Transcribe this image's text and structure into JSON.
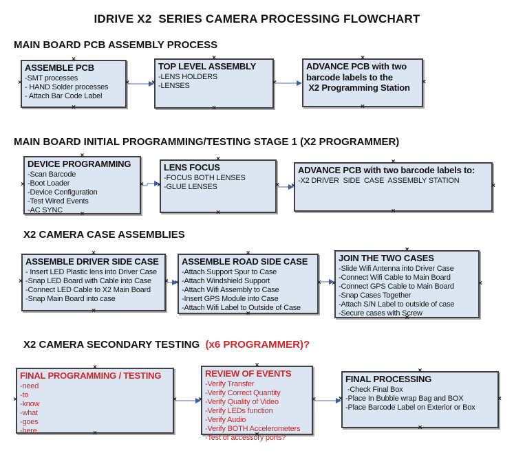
{
  "title": "IDRIVE X2  SERIES CAMERA PROCESSING FLOWCHART",
  "icons": {
    "anchor": "×"
  },
  "colors": {
    "box_fill": "#dce6f2",
    "box_border": "#404040",
    "red_text": "#cc2828",
    "connector_line": "#8ba3c7",
    "connector_arrow": "#3b5e9f",
    "background": "#ffffff"
  },
  "sections": [
    {
      "heading": "MAIN BOARD PCB ASSEMBLY PROCESS",
      "boxes": [
        {
          "title": "ASSEMBLE PCB",
          "items": [
            "-SMT processes",
            "- HAND Solder processes",
            "- Attach Bar Code Label"
          ]
        },
        {
          "title": "TOP LEVEL ASSEMBLY",
          "items": [
            "-LENS HOLDERS",
            "-LENSES"
          ]
        },
        {
          "title": "ADVANCE PCB with two\nbarcode labels to the\n X2 Programming Station",
          "items": []
        }
      ]
    },
    {
      "heading": "MAIN BOARD INITIAL PROGRAMMING/TESTING STAGE 1 (X2 PROGRAMMER)",
      "boxes": [
        {
          "title": "DEVICE PROGRAMMING",
          "items": [
            "-Scan Barcode",
            "-Boot Loader",
            "-Device Configuration",
            "-Test Wired Events",
            "-AC SYNC"
          ]
        },
        {
          "title": "LENS FOCUS",
          "items": [
            "-FOCUS BOTH LENSES",
            "-GLUE LENSES"
          ]
        },
        {
          "title": "ADVANCE PCB with two barcode labels to:",
          "items": [
            "-X2 DRIVER  SIDE  CASE  ASSEMBLY STATION"
          ]
        }
      ]
    },
    {
      "heading": "X2 CAMERA CASE ASSEMBLIES",
      "boxes": [
        {
          "title": "ASSEMBLE DRIVER SIDE CASE",
          "items": [
            "- Insert LED Plastic lens into Driver Case",
            "-Snap LED Board with Cable into Case",
            "-Connect LED Cable to X2 Main Board",
            "-Snap Main Board into case"
          ]
        },
        {
          "title": "ASSEMBLE ROAD SIDE CASE",
          "items": [
            "-Attach Support Spur to Case",
            "-Attach Windshield Support",
            "-Attach Wifi Assembly to Case",
            "-Insert GPS Module into Case",
            "-Attach Wifi Label to Outside of Case"
          ]
        },
        {
          "title": "JOIN THE TWO CASES",
          "items": [
            "-Slide Wifi Antenna into Driver Case",
            "-Connect Wifi Cable to Main Board",
            "-Connect GPS Cable to Main Board",
            "-Snap Cases Together",
            "-Attach S/N Label to outside of case",
            "-Secure cases with Screw"
          ]
        }
      ]
    },
    {
      "heading": "X2 CAMERA SECONDARY TESTING  ",
      "heading_accent": "(x6 PROGRAMMER)?",
      "boxes": [
        {
          "title": "FINAL PROGRAMMING / TESTING",
          "items": [
            "-need",
            "-to",
            "-know",
            "-what",
            "-goes",
            "-here"
          ]
        },
        {
          "title": "REVIEW OF EVENTS",
          "items": [
            "-Verify Transfer",
            "-Verify Correct Quantity",
            "-Verify Quality of Video",
            "-Verify LEDs function",
            "-Verify Audio",
            "-Verify BOTH Accelerometers",
            "-Test of accessory ports?"
          ]
        },
        {
          "title": "FINAL PROCESSING",
          "items": [
            " -Check Final Box",
            "-Place In Bubble wrap Bag and BOX",
            "-Place Barcode Label on Exterior or Box"
          ]
        }
      ]
    }
  ]
}
